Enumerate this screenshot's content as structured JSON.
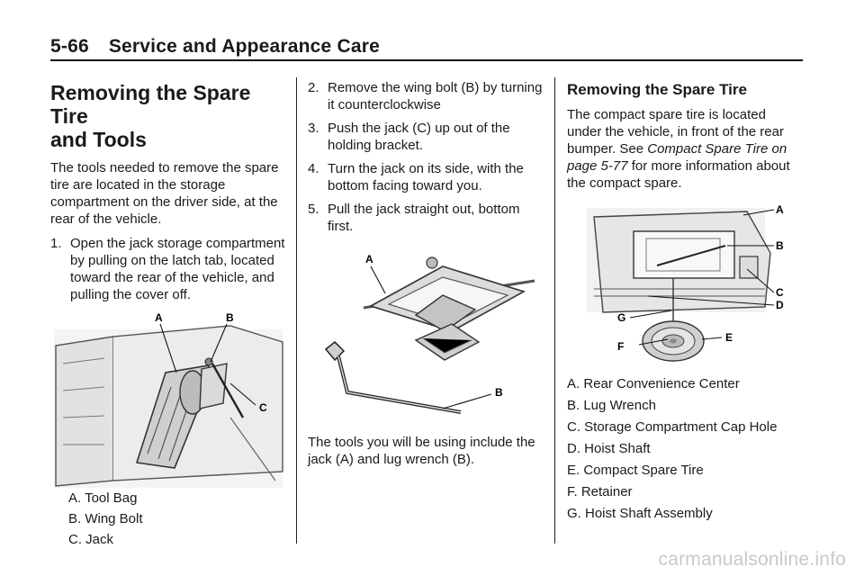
{
  "header": {
    "page_number": "5-66",
    "section": "Service and Appearance Care"
  },
  "col1": {
    "title_line1": "Removing the Spare Tire",
    "title_line2": "and Tools",
    "intro": "The tools needed to remove the spare tire are located in the storage compartment on the driver side, at the rear of the vehicle.",
    "step1_num": "1.",
    "step1_text": "Open the jack storage compartment by pulling on the latch tab, located toward the rear of the vehicle, and pulling the cover off.",
    "figure": {
      "label_a": "A",
      "label_b": "B",
      "label_c": "C"
    },
    "legend": [
      "A. Tool Bag",
      "B. Wing Bolt",
      "C. Jack"
    ]
  },
  "col2": {
    "steps": [
      {
        "num": "2.",
        "text": "Remove the wing bolt (B) by turning it counterclockwise"
      },
      {
        "num": "3.",
        "text": "Push the jack (C) up out of the holding bracket."
      },
      {
        "num": "4.",
        "text": "Turn the jack on its side, with the bottom facing toward you."
      },
      {
        "num": "5.",
        "text": "Pull the jack straight out, bottom first."
      }
    ],
    "figure": {
      "label_a": "A",
      "label_b": "B"
    },
    "closing": "The tools you will be using include the jack (A) and lug wrench (B)."
  },
  "col3": {
    "title": "Removing the Spare Tire",
    "text_before": "The compact spare tire is located under the vehicle, in front of the rear bumper. See ",
    "xref": "Compact Spare Tire on page 5-77",
    "text_after": " for more information about the compact spare.",
    "figure": {
      "label_a": "A",
      "label_b": "B",
      "label_c": "C",
      "label_d": "D",
      "label_e": "E",
      "label_f": "F",
      "label_g": "G"
    },
    "legend": [
      "A. Rear Convenience Center",
      "B. Lug Wrench",
      "C. Storage Compartment Cap Hole",
      "D. Hoist Shaft",
      "E. Compact Spare Tire",
      "F. Retainer",
      "G. Hoist Shaft Assembly"
    ]
  },
  "watermark": "carmanualsonline.info"
}
